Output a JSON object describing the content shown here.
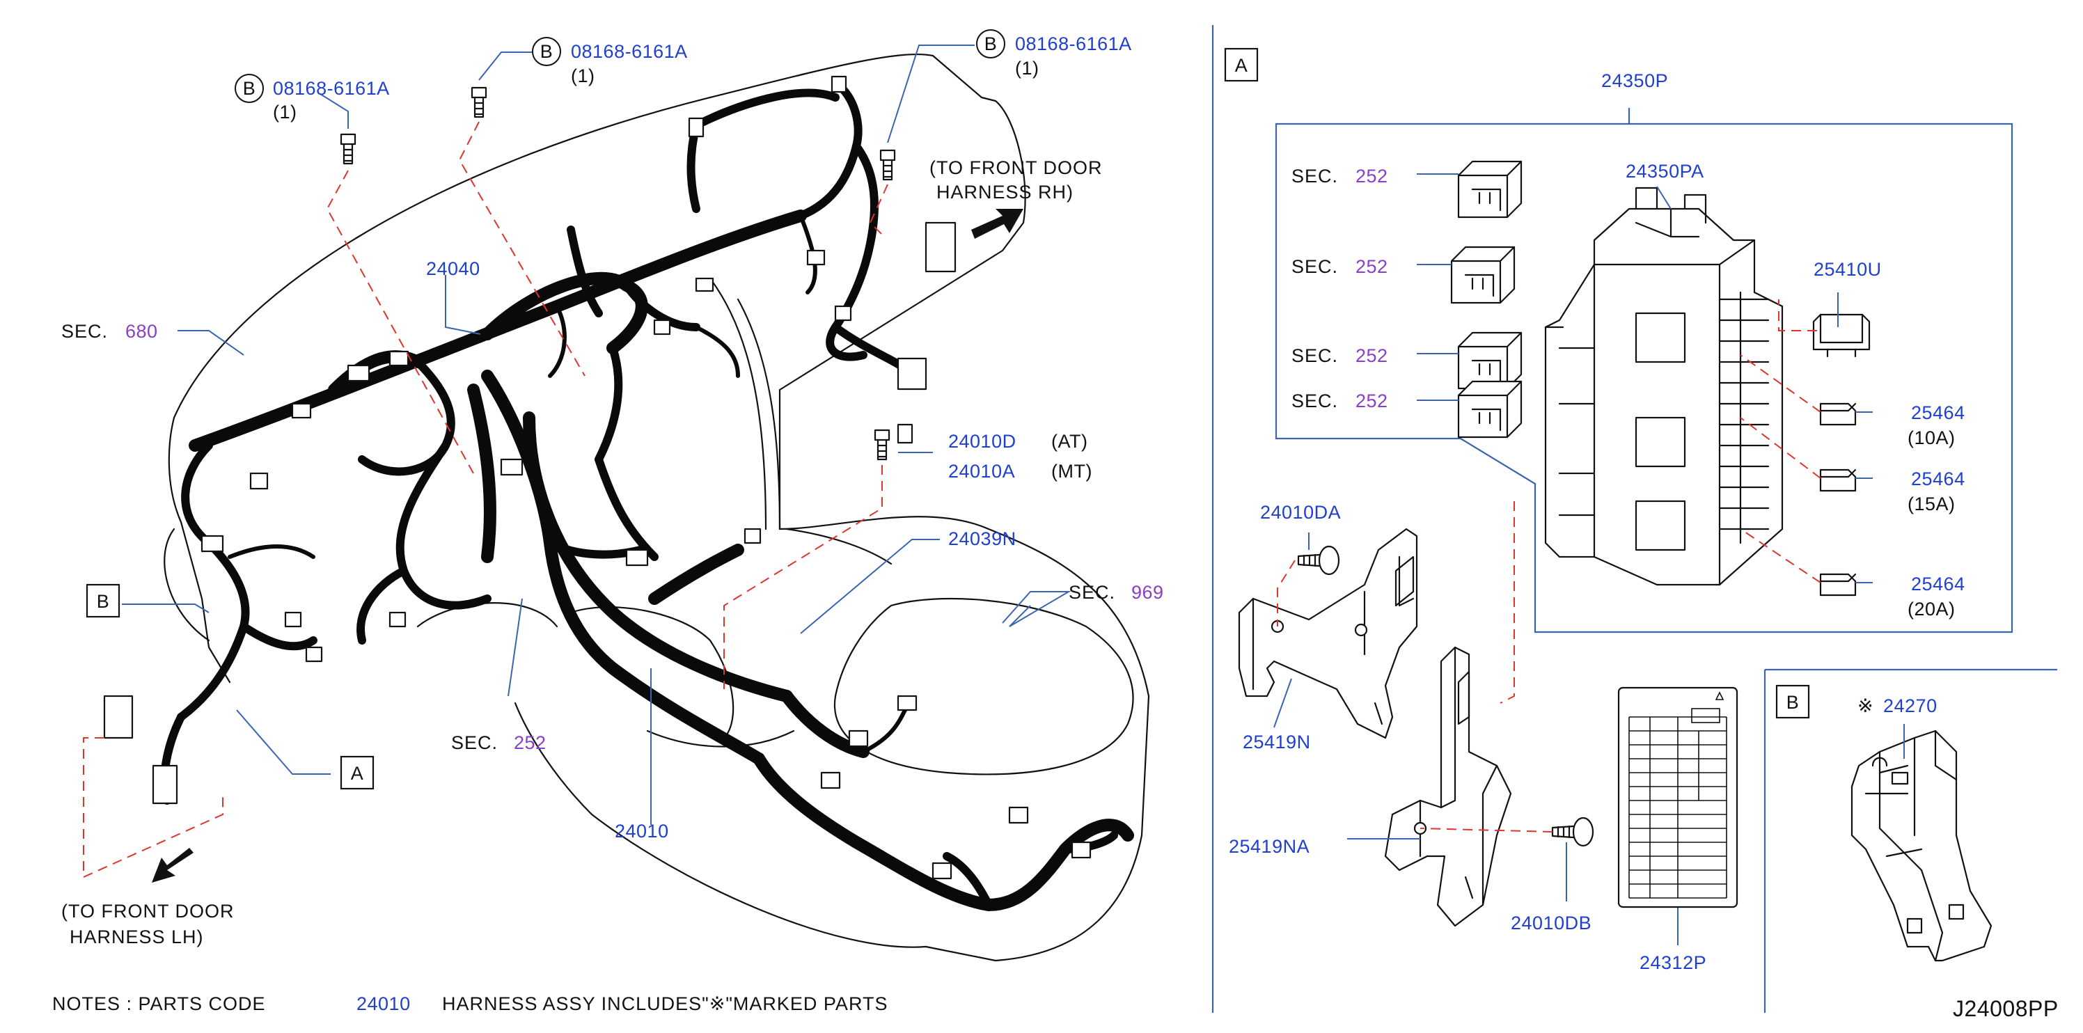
{
  "diagram_id": "J24008PP",
  "notes": {
    "prefix": "NOTES  :  PARTS  CODE",
    "code": "24010",
    "suffix": "HARNESS  ASSY  INCLUDES\"※\"MARKED  PARTS"
  },
  "bolts": [
    {
      "marker": "B",
      "part": "08168-6161A",
      "qty": "(1)"
    },
    {
      "marker": "B",
      "part": "08168-6161A",
      "qty": "(1)"
    },
    {
      "marker": "B",
      "part": "08168-6161A",
      "qty": "(1)"
    }
  ],
  "callouts": {
    "to_front_door_rh_1": "(TO  FRONT  DOOR",
    "to_front_door_rh_2": "HARNESS  RH)",
    "to_front_door_lh_1": "(TO  FRONT  DOOR",
    "to_front_door_lh_2": "HARNESS  LH)",
    "p24040": "24040",
    "p24010d": "24010D",
    "p24010d_note": "(AT)",
    "p24010a": "24010A",
    "p24010a_note": "(MT)",
    "p24039n": "24039N",
    "p24010": "24010",
    "sec_label": "SEC.",
    "sec680": "680",
    "sec969": "969",
    "sec252_main": "252",
    "view_a": "A",
    "view_b": "B"
  },
  "detail_a": {
    "label": "A",
    "p24350p": "24350P",
    "p24350pa": "24350PA",
    "p25410u": "25410U",
    "sec_label": "SEC.",
    "sec_refs": [
      "252",
      "252",
      "252",
      "252"
    ],
    "fuses": [
      {
        "part": "25464",
        "rating": "(10A)"
      },
      {
        "part": "25464",
        "rating": "(15A)"
      },
      {
        "part": "25464",
        "rating": "(20A)"
      }
    ],
    "p24010da": "24010DA",
    "p25419n": "25419N",
    "p25419na": "25419NA",
    "p24010db": "24010DB",
    "p24312p": "24312P"
  },
  "detail_b": {
    "label": "B",
    "mark": "※",
    "part": "24270"
  },
  "colors": {
    "part_number": "#1f3fd1",
    "section_ref": "#8a3fc9",
    "leader": "#3a64b0",
    "dashed": "#e0342c"
  }
}
